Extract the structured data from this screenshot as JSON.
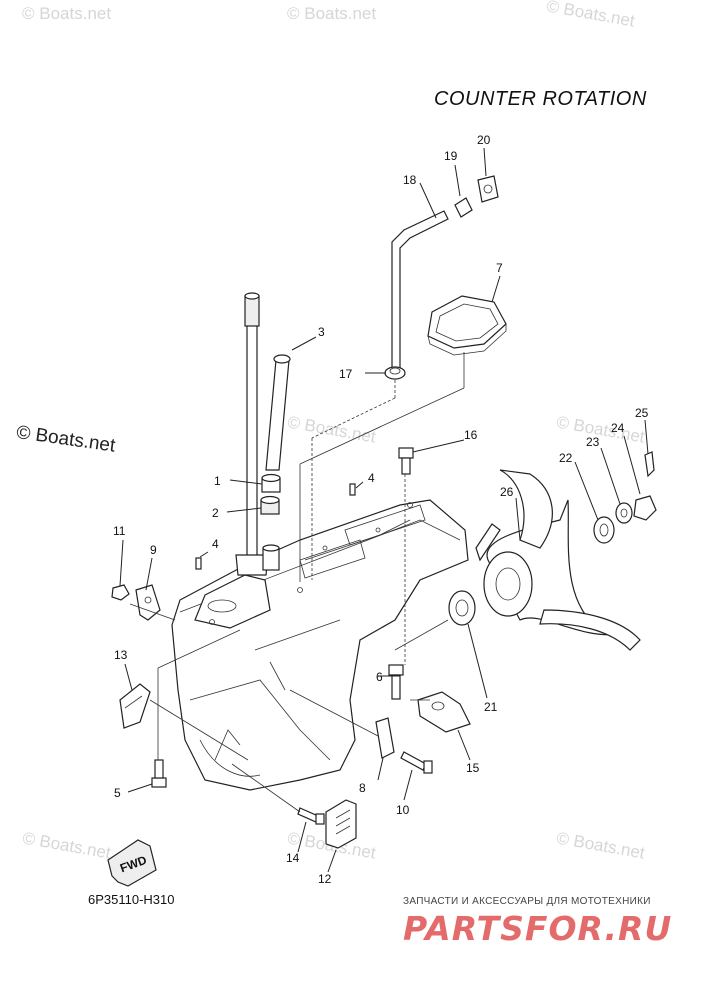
{
  "header": {
    "title": "COUNTER ROTATION"
  },
  "footer": {
    "code": "6P35110-H310"
  },
  "watermarks": {
    "text": "© Boats.net",
    "side_text": "© Boats.net"
  },
  "brand": {
    "tagline": "ЗАПЧАСТИ И АКСЕССУАРЫ ДЛЯ МОТОТЕХНИКИ",
    "name": "PARTSFOR.RU",
    "color": "#e46b6b"
  },
  "fwd_label": "FWD",
  "callouts": [
    "1",
    "2",
    "3",
    "4",
    "4",
    "5",
    "6",
    "7",
    "8",
    "9",
    "10",
    "11",
    "12",
    "13",
    "14",
    "15",
    "16",
    "17",
    "18",
    "19",
    "20",
    "21",
    "22",
    "23",
    "24",
    "25",
    "26"
  ]
}
